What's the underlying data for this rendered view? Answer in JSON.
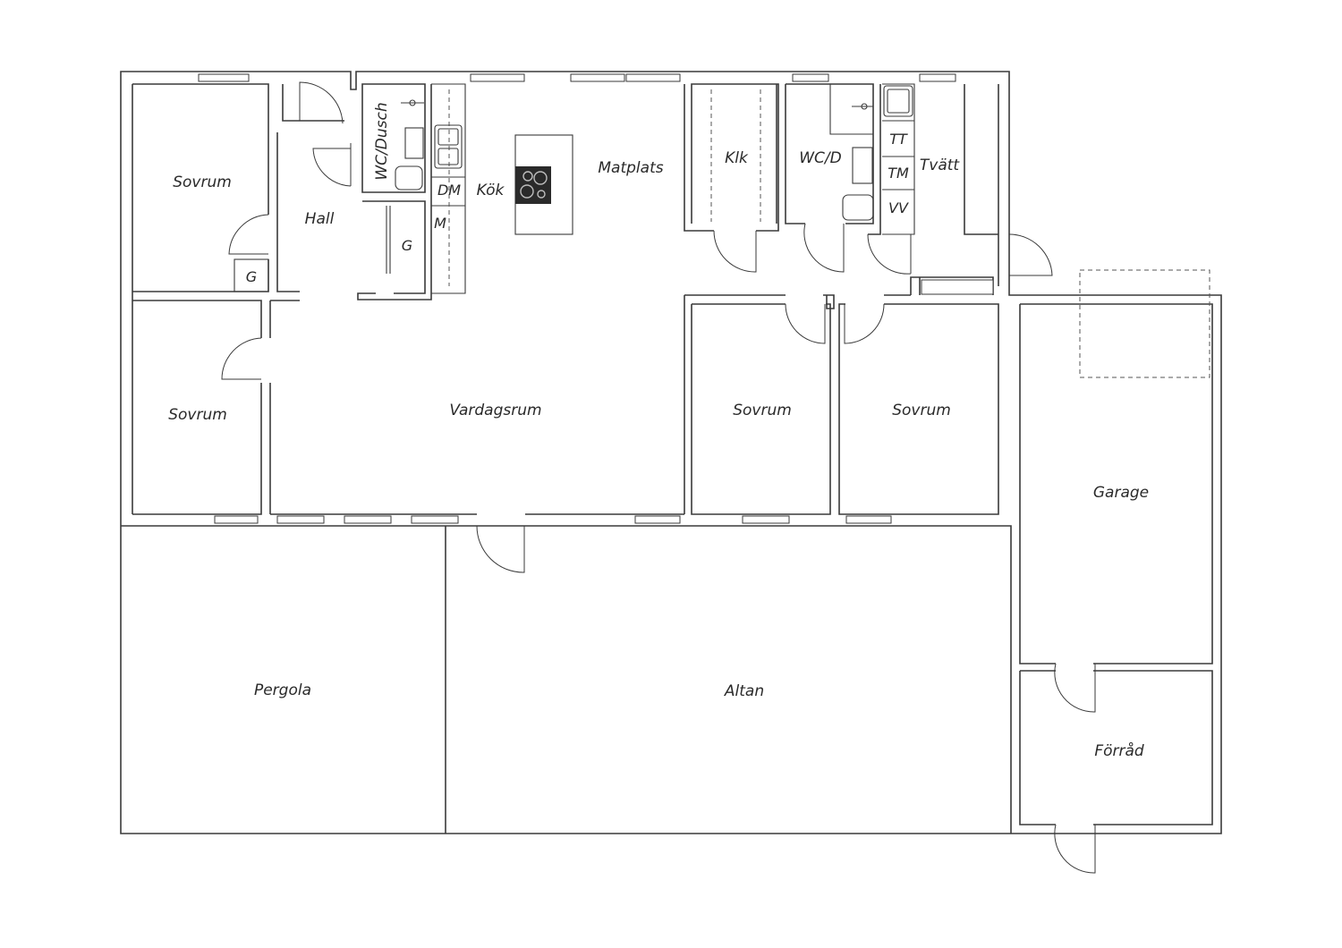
{
  "rooms": {
    "sovrum_nw": "Sovrum",
    "hall": "Hall",
    "wc_dusch": "WC/Dusch",
    "g_hall": "G",
    "g_bed": "G",
    "dm": "DM",
    "m": "M",
    "kok": "Kök",
    "matplats": "Matplats",
    "klk": "Klk",
    "wc_d": "WC/D",
    "tt": "TT",
    "tm": "TM",
    "vv": "VV",
    "tvatt": "Tvätt",
    "sovrum_w": "Sovrum",
    "vardagsrum": "Vardagsrum",
    "sovrum_c1": "Sovrum",
    "sovrum_c2": "Sovrum",
    "garage": "Garage",
    "pergola": "Pergola",
    "altan": "Altan",
    "forrad": "Förråd"
  },
  "colors": {
    "line": "#3a3a3a",
    "background": "#ffffff",
    "hob": "#2a2a2a"
  }
}
